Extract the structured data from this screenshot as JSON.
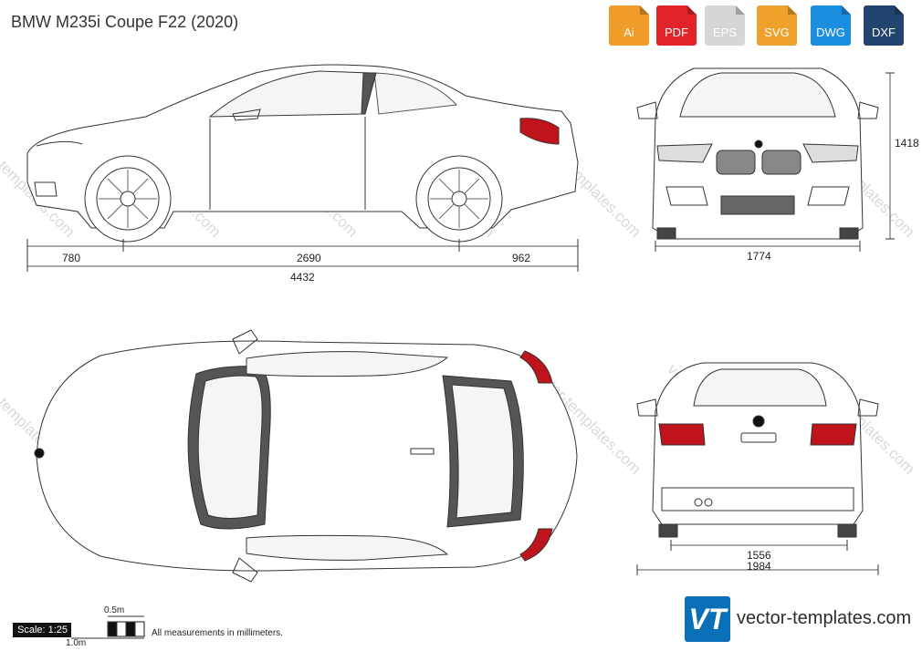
{
  "title": "BMW M235i Coupe F22 (2020)",
  "formats": [
    {
      "label": "Ai",
      "color": "#f09c2a",
      "icon": "ai-file-icon"
    },
    {
      "label": "PDF",
      "color": "#e0242a",
      "icon": "pdf-file-icon"
    },
    {
      "label": "EPS",
      "color": "#d6d6d6",
      "icon": "eps-file-icon"
    },
    {
      "label": "SVG",
      "color": "#f0a12c",
      "icon": "svg-file-icon"
    },
    {
      "label": "DWG",
      "color": "#1b8ee0",
      "icon": "dwg-file-icon"
    },
    {
      "label": "DXF",
      "color": "#21456e",
      "icon": "dxf-file-icon"
    }
  ],
  "dimensions": {
    "front_overhang": "780",
    "wheelbase": "2690",
    "rear_overhang": "962",
    "length": "4432",
    "height": "1418",
    "width_front": "1774",
    "track_rear": "1556",
    "width_mirrors": "1984"
  },
  "scale": {
    "label": "Scale: 1:25",
    "half_meter": "0.5m",
    "meter": "1.0m",
    "note": "All measurements in millimeters."
  },
  "watermark": "vector-templates.com",
  "brand": {
    "logo_text": "VT",
    "url": "vector-templates.com"
  },
  "colors": {
    "taillight": "#c0141c",
    "glass": "#f5f5f5",
    "pillar": "#555555",
    "outline": "#333333"
  }
}
